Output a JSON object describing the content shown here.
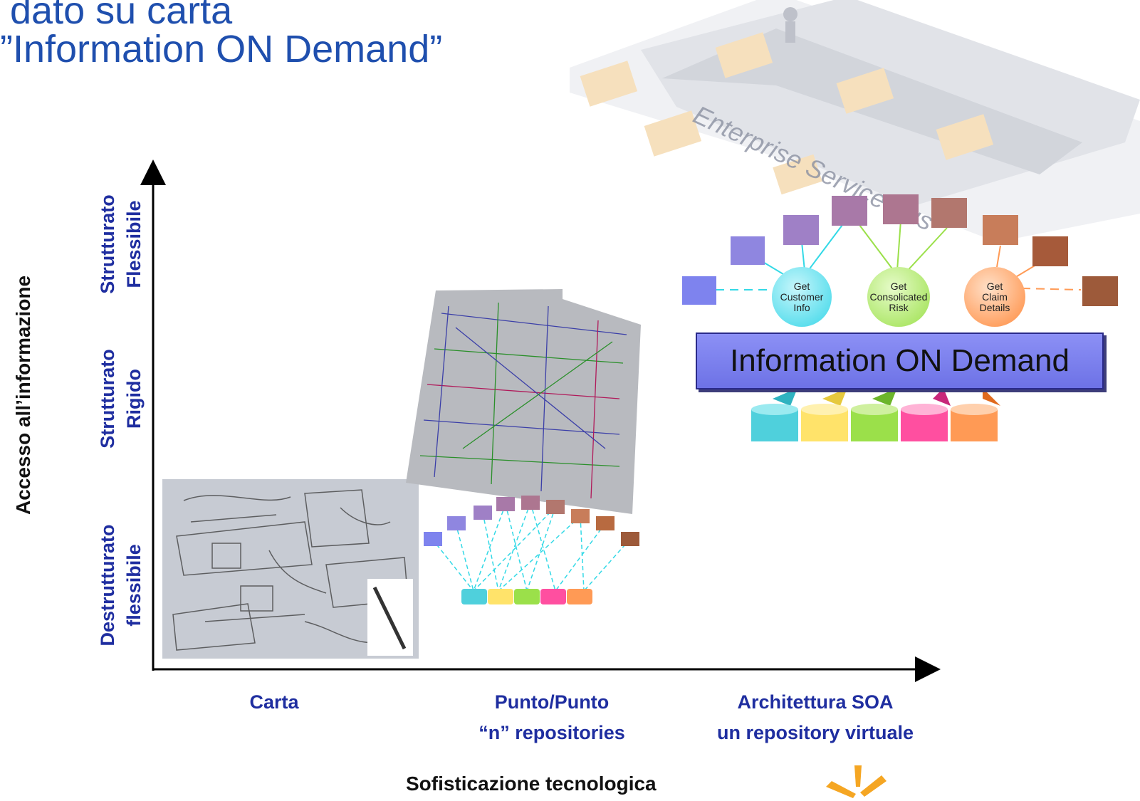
{
  "title": {
    "line1": "Il dato su carta",
    "line2": "”Information ON Demand”"
  },
  "y_axis": {
    "title": "Accesso all’informazione",
    "levels": [
      {
        "line1": "Destrutturato",
        "line2": "flessibile"
      },
      {
        "line1": "Strutturato",
        "line2": "Rigido"
      },
      {
        "line1": "Strutturato",
        "line2": "Flessibile"
      }
    ]
  },
  "x_axis": {
    "title": "Sofisticazione tecnologica",
    "categories": [
      {
        "line1": "Carta",
        "line2": ""
      },
      {
        "line1": "Punto/Punto",
        "line2": "“n” repositories"
      },
      {
        "line1": "Architettura SOA",
        "line2": "un repository virtuale"
      }
    ]
  },
  "soa": {
    "bus_label": "Enterprise Service Bus",
    "box_label": "Information ON Demand",
    "services": [
      {
        "l1": "Get",
        "l2": "Customer",
        "l3": "Info",
        "color": "#37d6e8"
      },
      {
        "l1": "Get",
        "l2": "Consolicated",
        "l3": "Risk",
        "color": "#9be04a"
      },
      {
        "l1": "Get",
        "l2": "Claim",
        "l3": "Details",
        "color": "#ff9a55"
      }
    ]
  },
  "colors": {
    "title": "#1f4fae",
    "labels": "#1f2ea0",
    "axis": "#000000"
  }
}
